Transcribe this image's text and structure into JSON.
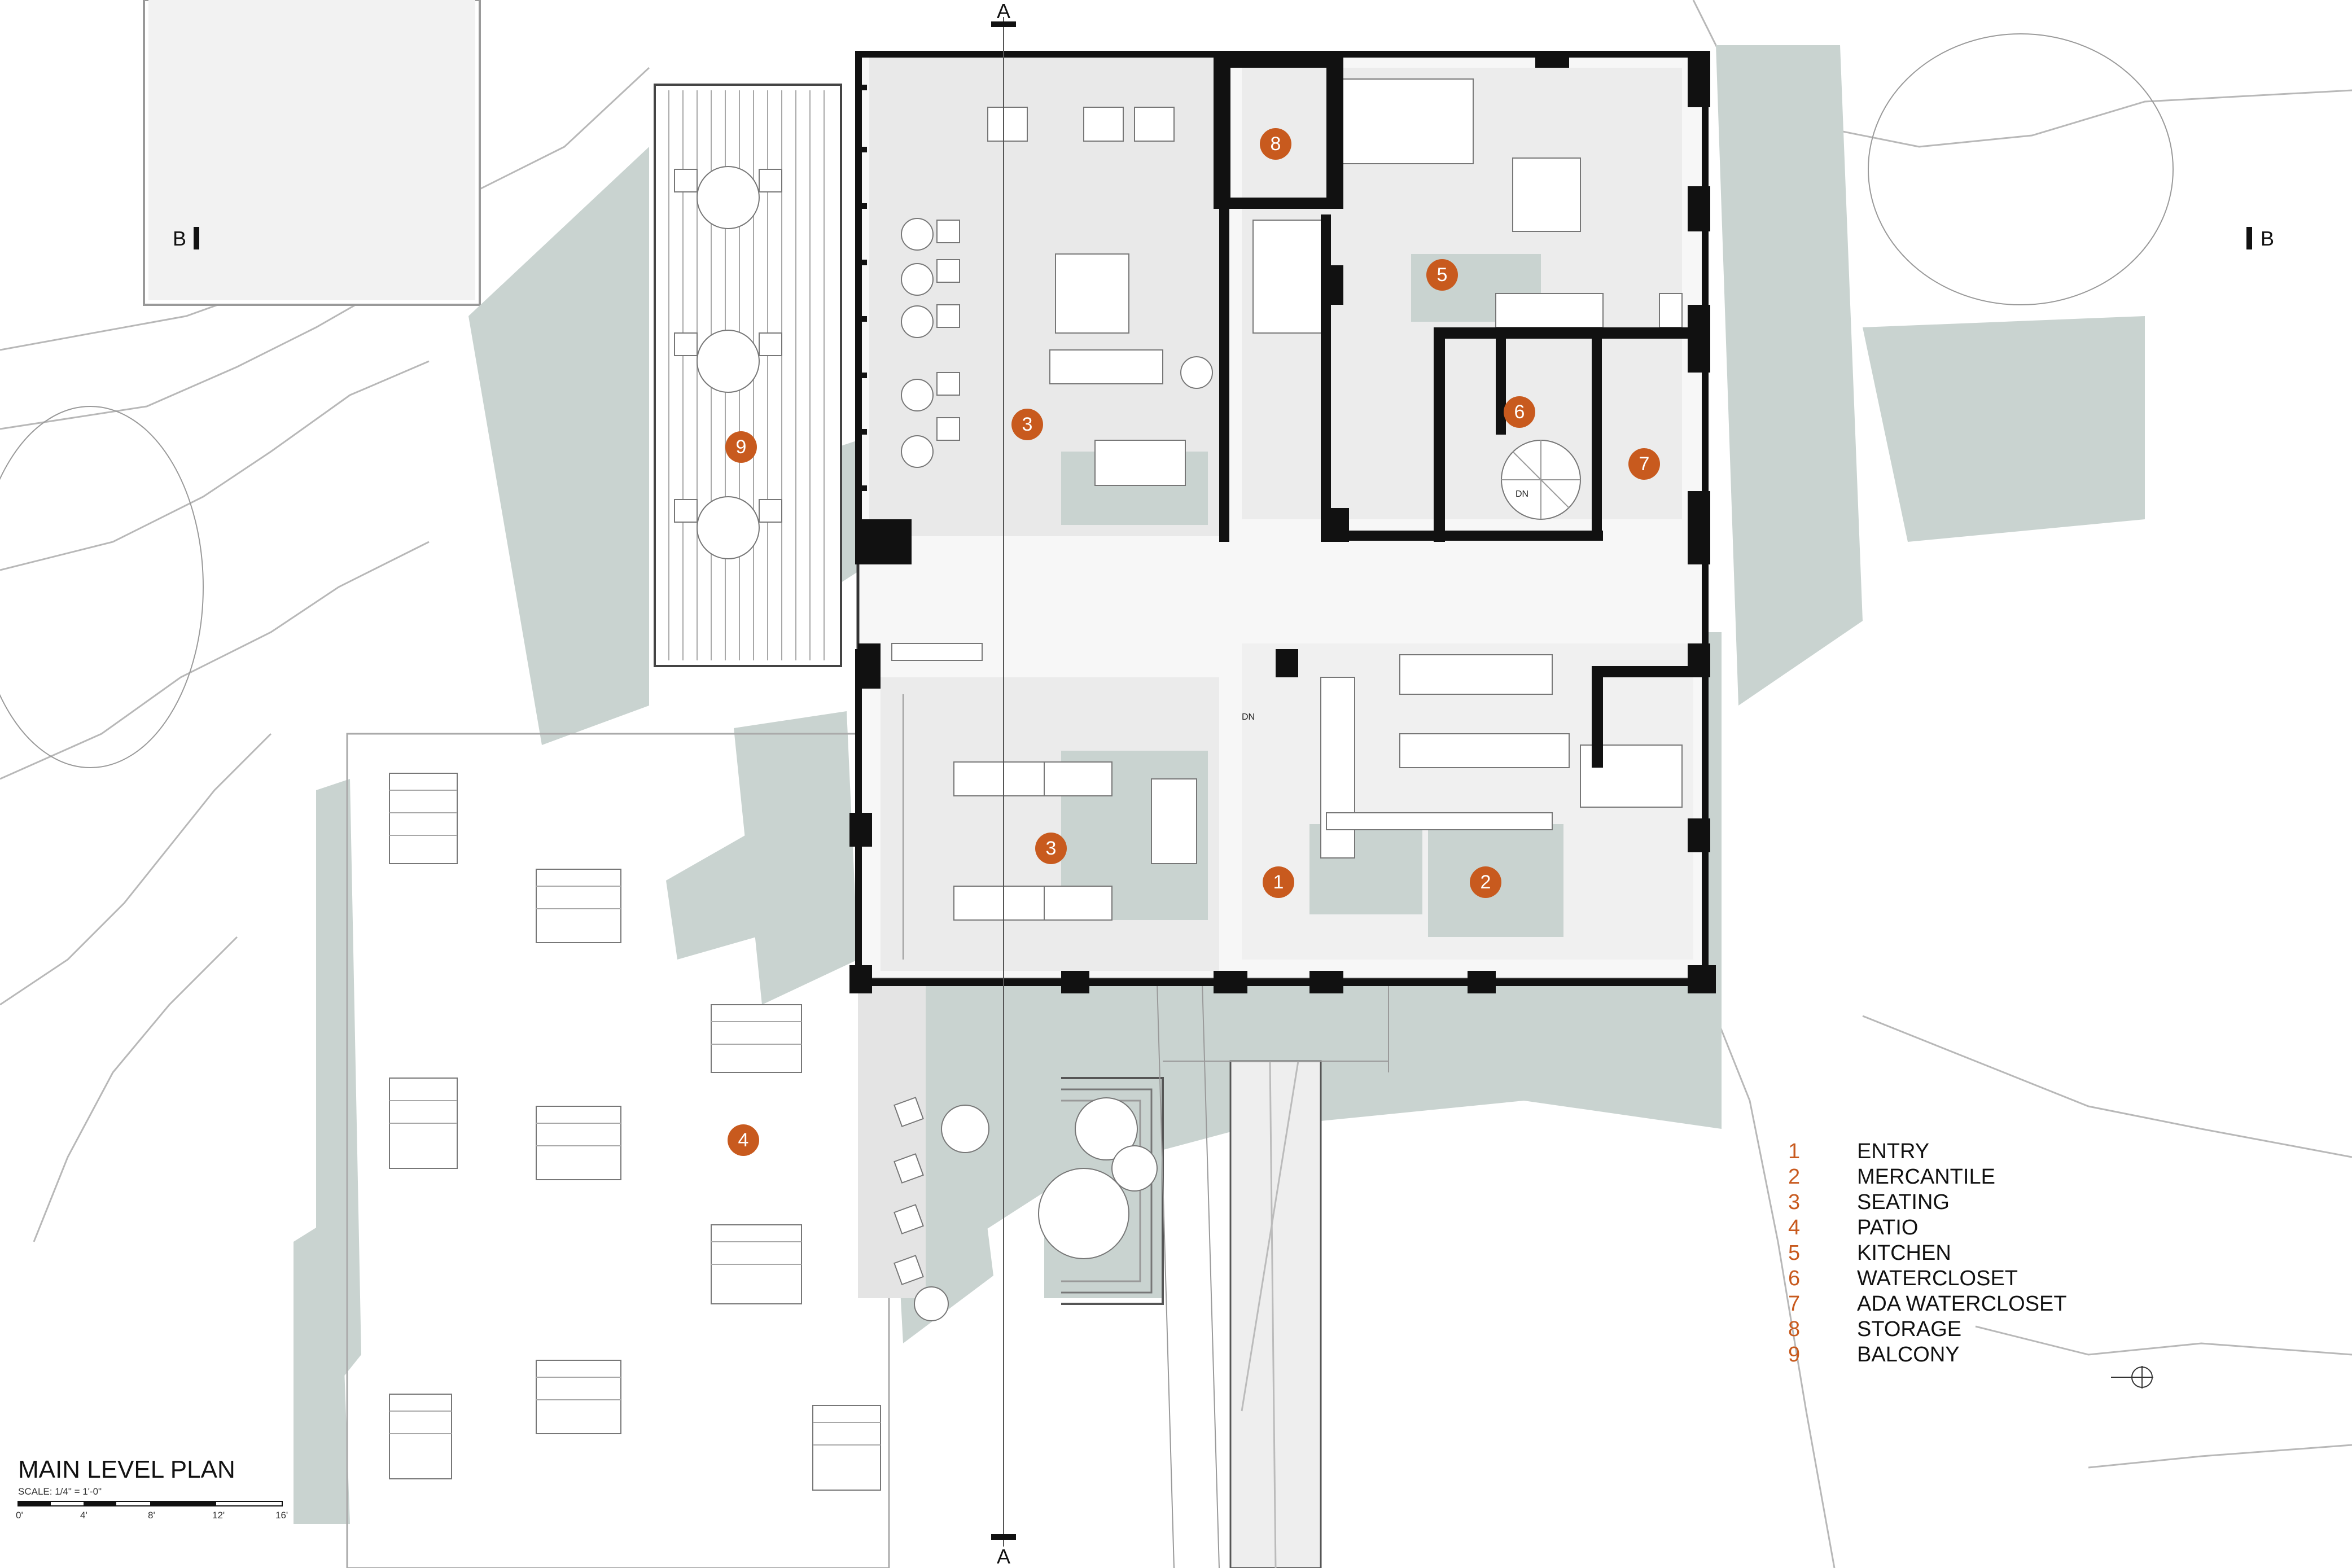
{
  "title": "MAIN LEVEL PLAN",
  "scale_label": "SCALE: 1/4\" = 1'-0\"",
  "scale_ticks": [
    "0'",
    "4'",
    "8'",
    "12'",
    "16'"
  ],
  "section_marks": {
    "a_top": "A",
    "a_bottom": "A",
    "b_left": "B",
    "b_right": "B"
  },
  "stair_label": "DN",
  "stair_label_2": "DN",
  "room_markers": [
    "1",
    "2",
    "3",
    "3",
    "4",
    "5",
    "6",
    "7",
    "8",
    "9"
  ],
  "legend": [
    {
      "number": "1",
      "label": "ENTRY"
    },
    {
      "number": "2",
      "label": "MERCANTILE"
    },
    {
      "number": "3",
      "label": "SEATING"
    },
    {
      "number": "4",
      "label": "PATIO"
    },
    {
      "number": "5",
      "label": "KITCHEN"
    },
    {
      "number": "6",
      "label": "WATERCLOSET"
    },
    {
      "number": "7",
      "label": "ADA WATERCLOSET"
    },
    {
      "number": "8",
      "label": "STORAGE"
    },
    {
      "number": "9",
      "label": "BALCONY"
    }
  ],
  "colors": {
    "accent": "#c85a1e",
    "shadow": "#c9d3d0",
    "wall": "#111111",
    "ink": "#111111"
  },
  "icons": [
    "north-arrow-icon",
    "section-marker-icon",
    "scale-bar-icon"
  ]
}
